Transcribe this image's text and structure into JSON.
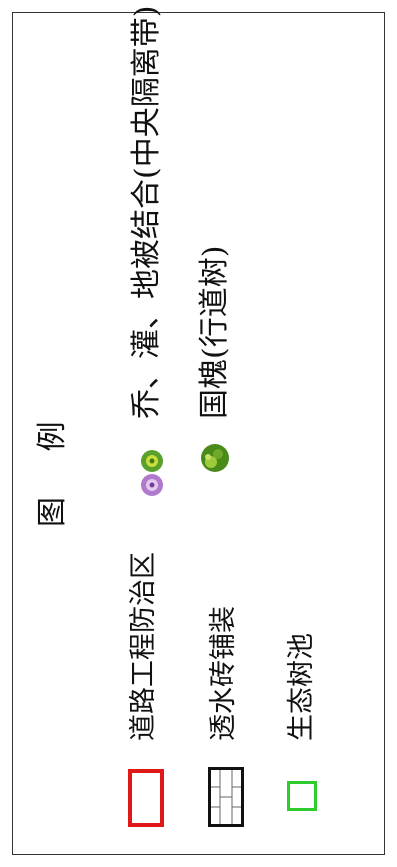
{
  "legend": {
    "title": "图  例",
    "items": [
      {
        "label": "道路工程防治区",
        "symbol": "red-rectangle",
        "color": "#e01818"
      },
      {
        "label": "透水砖铺装",
        "symbol": "paver-grid",
        "color": "#111111"
      },
      {
        "label": "生态树池",
        "symbol": "green-square",
        "color": "#2ecc2e"
      },
      {
        "label": "乔、灌、地被结合(中央隔离带)",
        "symbol": "mixed-planting-icon",
        "color": "#7cb342"
      },
      {
        "label": "国槐(行道树)",
        "symbol": "tree-icon",
        "color": "#4a8a1a"
      }
    ]
  }
}
